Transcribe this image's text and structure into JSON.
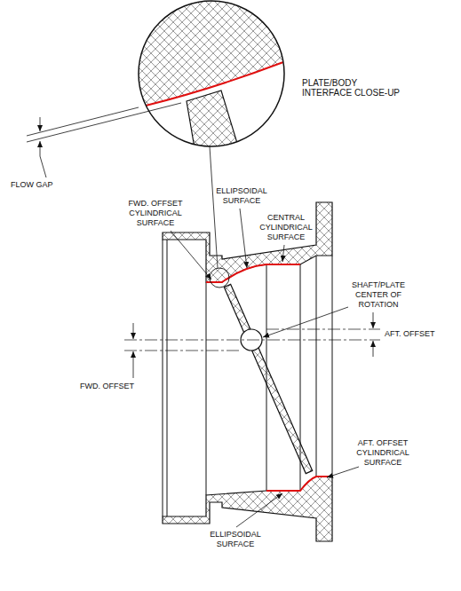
{
  "diagram": {
    "labels": [
      "PLATE/BODY INTERFACE CLOSE-UP",
      "FLOW GAP",
      "ELLIPSOIDAL SURFACE",
      "FWD. OFFSET CYLINDRICAL SURFACE",
      "CENTRAL CYLINDRICAL SURFACE",
      "SHAFT/PLATE CENTER OF ROTATION",
      "AFT. OFFSET",
      "FWD. OFFSET",
      "AFT. OFFSET CYLINDRICAL SURFACE",
      "ELLIPSOIDAL SURFACE"
    ]
  }
}
